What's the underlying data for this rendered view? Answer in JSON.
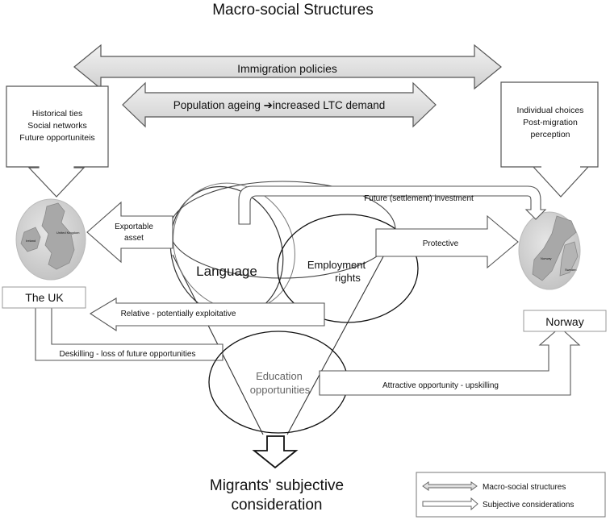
{
  "title": "Macro-social Structures",
  "arrows": {
    "immigration_policies": "Immigration policies",
    "population_ageing": "Population ageing ➔increased LTC demand",
    "future_investment": "Future (settlement) investment",
    "exportable_asset_line1": "Exportable",
    "exportable_asset_line2": "asset",
    "protective": "Protective",
    "relative_exploitative": "Relative - potentially exploitative",
    "deskilling": "Deskilling -  loss of future opportunities",
    "attractive_opportunity": "Attractive opportunity - upskilling"
  },
  "uk_callout": {
    "line1": "Historical ties",
    "line2": "Social networks",
    "line3": "Future opportuniteis"
  },
  "norway_callout": {
    "line1": "Individual choices",
    "line2": "Post-migration",
    "line3": "perception"
  },
  "countries": {
    "uk": "The UK",
    "norway": "Norway",
    "uk_map_labels": [
      "United Kingdom",
      "Ireland"
    ],
    "norway_map_labels": [
      "Norway",
      "Sweden"
    ]
  },
  "circles": {
    "language": "Language",
    "employment_line1": "Employment",
    "employment_line2": "rights",
    "education_line1": "Education",
    "education_line2": "opportunities"
  },
  "bottom": {
    "line1": "Migrants' subjective",
    "line2": "consideration"
  },
  "legend": {
    "macro": "Macro-social structures",
    "subjective": "Subjective considerations"
  },
  "colors": {
    "macro_arrow_fill": "#e2e2e2",
    "subjective_arrow_fill": "#ffffff",
    "outline": "#555555",
    "map_land": "#b9b9b9",
    "map_sea": "#d9d9d9"
  }
}
